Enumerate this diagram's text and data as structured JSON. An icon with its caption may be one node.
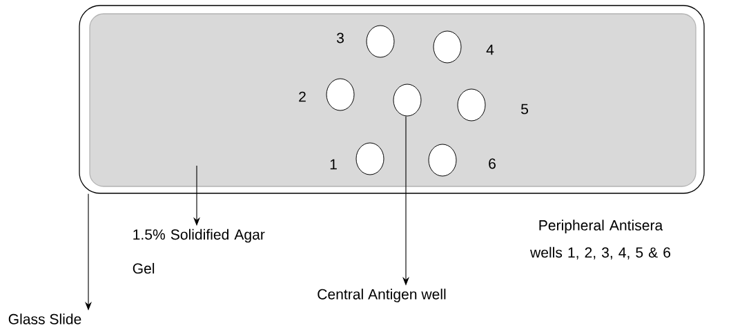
{
  "diagram": {
    "nodes": [
      {
        "text": [],
        "shape": "box"
      },
      {
        "text": [],
        "shape": "box",
        "in": 0
      },
      {
        "text": [],
        "shape": "circle",
        "in": 1
      },
      {
        "text": [],
        "shape": "circle",
        "in": 1
      },
      {
        "text": [],
        "shape": "circle",
        "in": 1
      },
      {
        "text": [],
        "shape": "circle",
        "in": 1
      },
      {
        "text": [],
        "shape": "circle",
        "in": 1
      },
      {
        "text": [],
        "shape": "circle",
        "in": 1
      },
      {
        "text": [],
        "shape": "circle",
        "in": 1
      },
      {
        "text": [
          "Glass Slide"
        ]
      },
      {
        "text": [
          "1.5% Solidified Agar Gel"
        ]
      },
      {
        "text": [
          "Central Antigen well"
        ]
      }
    ],
    "edges": [
      {
        "from": 0,
        "to": 9,
        "arrow": "to"
      },
      {
        "from": 1,
        "to": 10,
        "arrow": "to"
      },
      {
        "from": 5,
        "to": 11,
        "arrow": "to"
      }
    ],
    "labels": [
      "3",
      "4",
      "2",
      "5",
      "1",
      "6",
      "Peripheral Antisera wells 1, 2, 3, 4, 5 & 6"
    ]
  }
}
